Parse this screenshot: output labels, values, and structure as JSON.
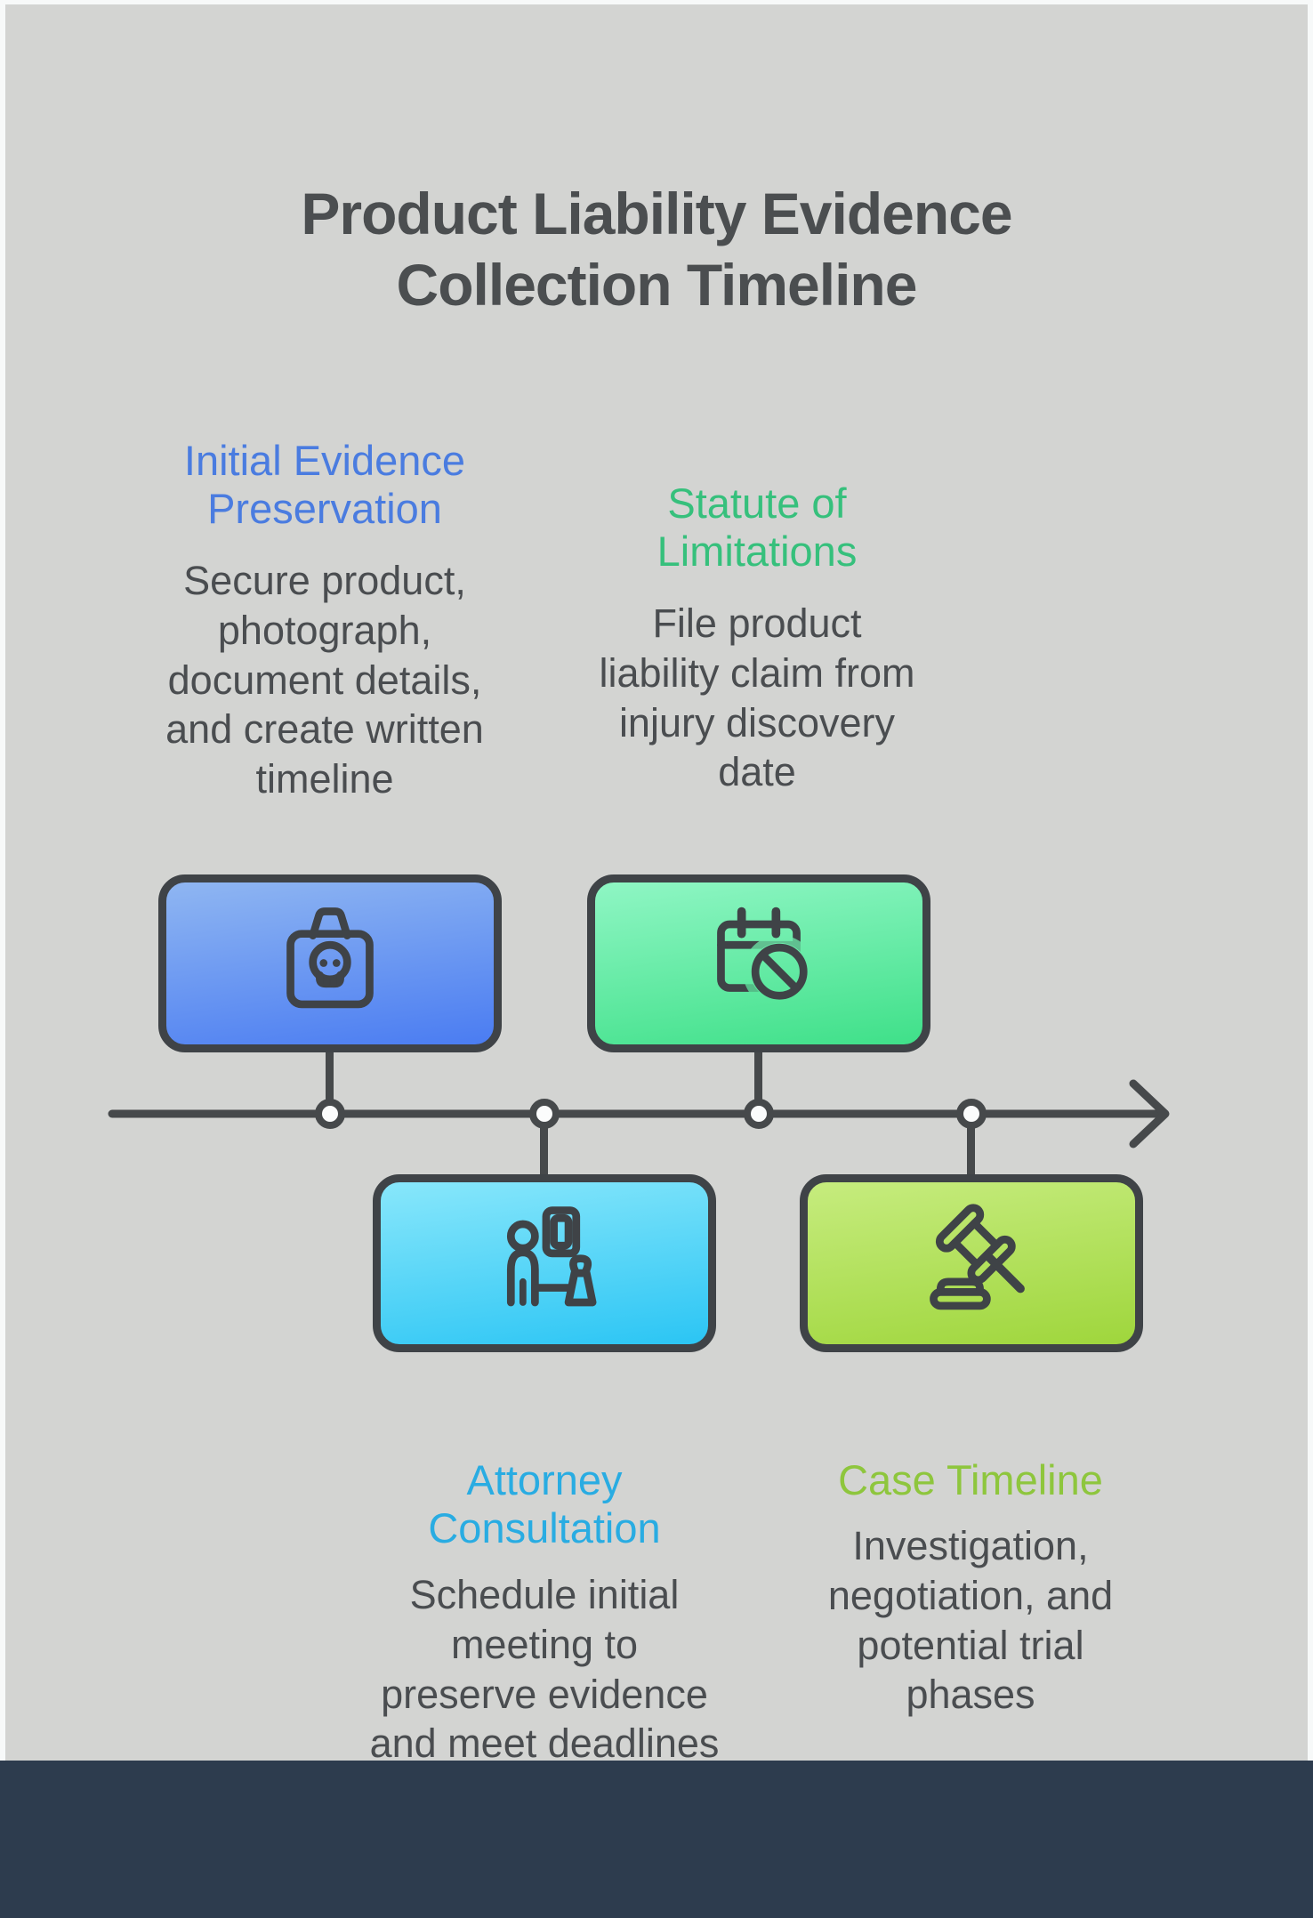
{
  "infographic": {
    "title": "Product Liability Evidence\nCollection Timeline",
    "items": [
      {
        "id": "initial-evidence-preservation",
        "heading": "Initial Evidence\nPreservation",
        "description": "Secure product,\nphotograph,\ndocument details,\nand create written\ntimeline",
        "heading_color": "#4a7ce0",
        "box_gradient_top": "#8fb6f2",
        "box_gradient_bottom": "#4a7cf2",
        "icon": "evidence-case-icon",
        "side_of_timeline": "above"
      },
      {
        "id": "statute-of-limitations",
        "heading": "Statute of\nLimitations",
        "description": "File product\nliability claim from\ninjury discovery\ndate",
        "heading_color": "#36c07c",
        "box_gradient_top": "#8ff6c4",
        "box_gradient_bottom": "#3fe089",
        "icon": "calendar-deadline-icon",
        "side_of_timeline": "above"
      },
      {
        "id": "attorney-consultation",
        "heading": "Attorney\nConsultation",
        "description": "Schedule initial\nmeeting to\npreserve evidence\nand meet deadlines",
        "heading_color": "#29ace2",
        "box_gradient_top": "#88e7fb",
        "box_gradient_bottom": "#2bc5f4",
        "icon": "consultation-icon",
        "side_of_timeline": "below"
      },
      {
        "id": "case-timeline",
        "heading": "Case Timeline",
        "description": "Investigation,\nnegotiation, and\npotential trial\nphases",
        "heading_color": "#8ec63d",
        "box_gradient_top": "#c6ec7e",
        "box_gradient_bottom": "#9fd63c",
        "icon": "gavel-icon",
        "side_of_timeline": "below"
      }
    ],
    "timeline": {
      "direction": "left-to-right",
      "node_count": 4,
      "line_color": "#46494b",
      "node_fill": "#fbfcfc"
    },
    "colors": {
      "canvas_background": "#d3d4d2",
      "page_edge": "#f7f9f9",
      "footer_bar": "#2d3c4e",
      "outline": "#3f4347",
      "title_text": "#4b4e50",
      "body_text": "#4a4d50"
    }
  }
}
